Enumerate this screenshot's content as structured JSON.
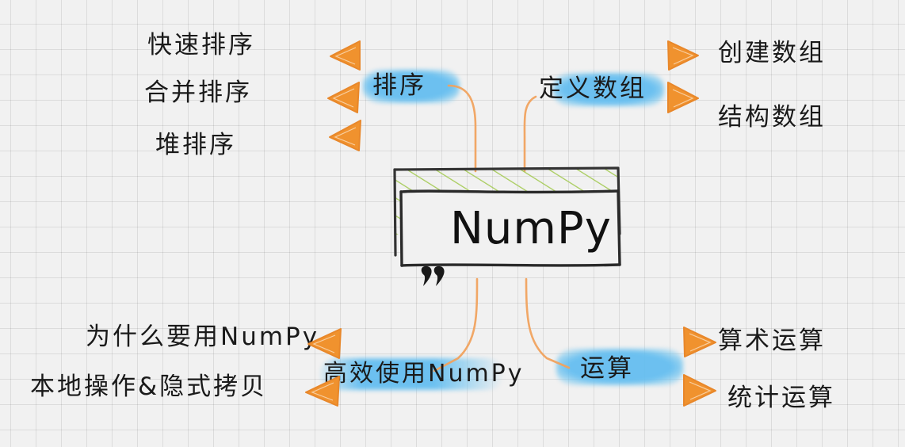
{
  "diagram": {
    "title": "NumPy",
    "type": "hand-drawn mind map",
    "center": {
      "label": "NumPy",
      "quote_mark": "„"
    },
    "colors": {
      "background": "#f1f1f1",
      "grid_line": "#d8d8d8",
      "ink": "#1a1a1a",
      "arrow_orange": "#f0922e",
      "connector_orange": "#f0a25e",
      "highlight_blue": "#62bdf0",
      "hatch_green": "#a8cc5c"
    },
    "branches": [
      {
        "id": "sorting",
        "label": "排序",
        "side": "left",
        "highlight": "blue",
        "leaves": [
          {
            "label": "快速排序"
          },
          {
            "label": "合并排序"
          },
          {
            "label": "堆排序"
          }
        ]
      },
      {
        "id": "define-array",
        "label": "定义数组",
        "side": "right",
        "highlight": "blue",
        "leaves": [
          {
            "label": "创建数组"
          },
          {
            "label": "结构数组"
          }
        ]
      },
      {
        "id": "efficient-use",
        "label": "高效使用NumPy",
        "side": "left",
        "highlight": "blue-fade",
        "leaves": [
          {
            "label": "为什么要用NumPy"
          },
          {
            "label": "本地操作&隐式拷贝"
          }
        ]
      },
      {
        "id": "operations",
        "label": "运算",
        "side": "right",
        "highlight": "blue",
        "leaves": [
          {
            "label": "算术运算"
          },
          {
            "label": "统计运算"
          }
        ]
      }
    ],
    "arrows": [
      {
        "name": "arrow-sorting-quick",
        "direction": "left"
      },
      {
        "name": "arrow-sorting-merge",
        "direction": "left"
      },
      {
        "name": "arrow-sorting-heap",
        "direction": "left"
      },
      {
        "name": "arrow-define-create",
        "direction": "right"
      },
      {
        "name": "arrow-define-struct",
        "direction": "right"
      },
      {
        "name": "arrow-efficient-why",
        "direction": "left"
      },
      {
        "name": "arrow-efficient-copy",
        "direction": "left"
      },
      {
        "name": "arrow-ops-arith",
        "direction": "right"
      },
      {
        "name": "arrow-ops-stat",
        "direction": "right"
      }
    ]
  }
}
